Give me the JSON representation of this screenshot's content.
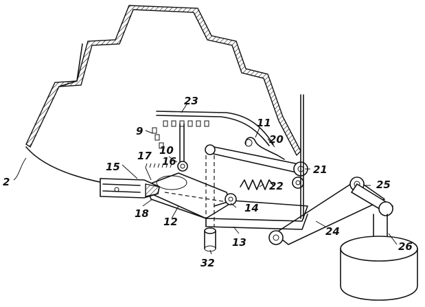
{
  "figure": {
    "callouts": [
      {
        "id": "ref-2",
        "text": "2"
      },
      {
        "id": "ref-9",
        "text": "9"
      },
      {
        "id": "ref-10",
        "text": "10"
      },
      {
        "id": "ref-11",
        "text": "11"
      },
      {
        "id": "ref-12",
        "text": "12"
      },
      {
        "id": "ref-13",
        "text": "13"
      },
      {
        "id": "ref-14",
        "text": "14"
      },
      {
        "id": "ref-15",
        "text": "15"
      },
      {
        "id": "ref-16",
        "text": "16"
      },
      {
        "id": "ref-17",
        "text": "17"
      },
      {
        "id": "ref-18",
        "text": "18"
      },
      {
        "id": "ref-20",
        "text": "20"
      },
      {
        "id": "ref-21",
        "text": "21"
      },
      {
        "id": "ref-22",
        "text": "22"
      },
      {
        "id": "ref-23",
        "text": "23"
      },
      {
        "id": "ref-24",
        "text": "24"
      },
      {
        "id": "ref-25",
        "text": "25"
      },
      {
        "id": "ref-26",
        "text": "26"
      },
      {
        "id": "ref-32",
        "text": "32"
      }
    ]
  }
}
